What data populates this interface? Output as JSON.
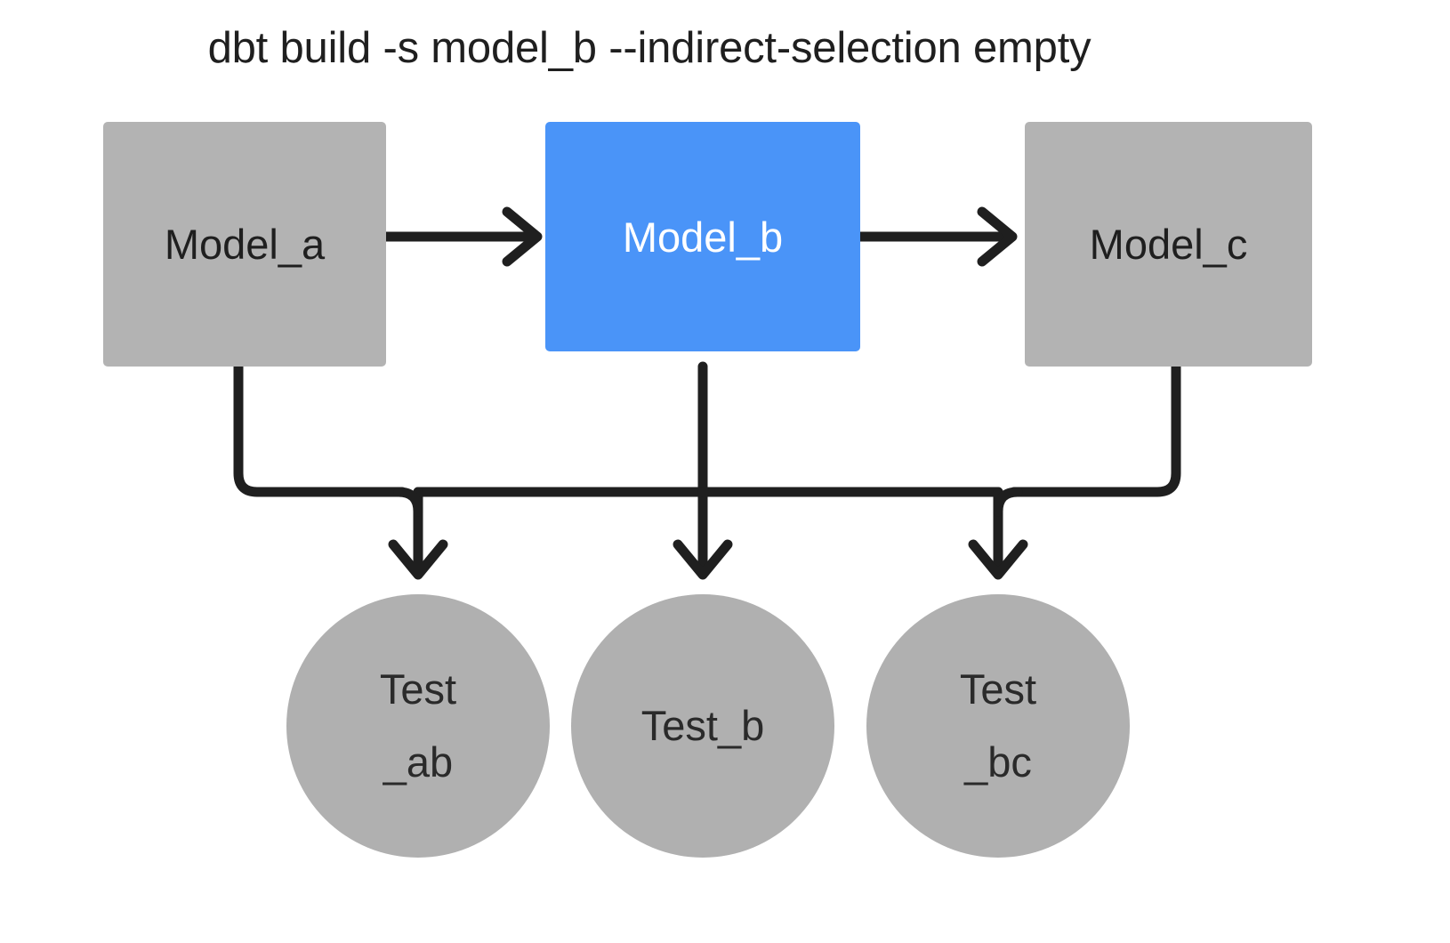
{
  "diagram": {
    "title": "dbt build -s model_b --indirect-selection empty",
    "type": "dag",
    "background_color": "#ffffff",
    "colors": {
      "selected_node": "#4a94f8",
      "unselected_node": "#b3b3b3",
      "test_node": "#b0b0b0",
      "edge": "#1f1f1f",
      "text_dark": "#1f1f1f",
      "text_light": "#ffffff"
    },
    "models": [
      {
        "id": "model_a",
        "label": "Model_a",
        "shape": "rectangle",
        "state": "unselected",
        "color": "#b3b3b3",
        "text_color": "#1f1f1f"
      },
      {
        "id": "model_b",
        "label": "Model_b",
        "shape": "rectangle",
        "state": "selected",
        "color": "#4a94f8",
        "text_color": "#ffffff"
      },
      {
        "id": "model_c",
        "label": "Model_c",
        "shape": "rectangle",
        "state": "unselected",
        "color": "#b3b3b3",
        "text_color": "#1f1f1f"
      }
    ],
    "tests": [
      {
        "id": "test_ab",
        "label": "Test_ab",
        "line1": "Test",
        "line2": "_ab",
        "shape": "circle",
        "state": "unselected",
        "color": "#b0b0b0"
      },
      {
        "id": "test_b",
        "label": "Test_b",
        "line1": "Test_b",
        "line2": "",
        "shape": "circle",
        "state": "unselected",
        "color": "#b0b0b0"
      },
      {
        "id": "test_bc",
        "label": "Test_bc",
        "line1": "Test",
        "line2": "_bc",
        "shape": "circle",
        "state": "unselected",
        "color": "#b0b0b0"
      }
    ],
    "edges": [
      {
        "from": "model_a",
        "to": "model_b",
        "style": "arrow"
      },
      {
        "from": "model_b",
        "to": "model_c",
        "style": "arrow"
      },
      {
        "from": "model_a",
        "to": "test_ab",
        "style": "arrow"
      },
      {
        "from": "model_b",
        "to": "test_ab",
        "style": "arrow"
      },
      {
        "from": "model_b",
        "to": "test_b",
        "style": "arrow"
      },
      {
        "from": "model_b",
        "to": "test_bc",
        "style": "arrow"
      },
      {
        "from": "model_c",
        "to": "test_bc",
        "style": "arrow"
      }
    ]
  }
}
